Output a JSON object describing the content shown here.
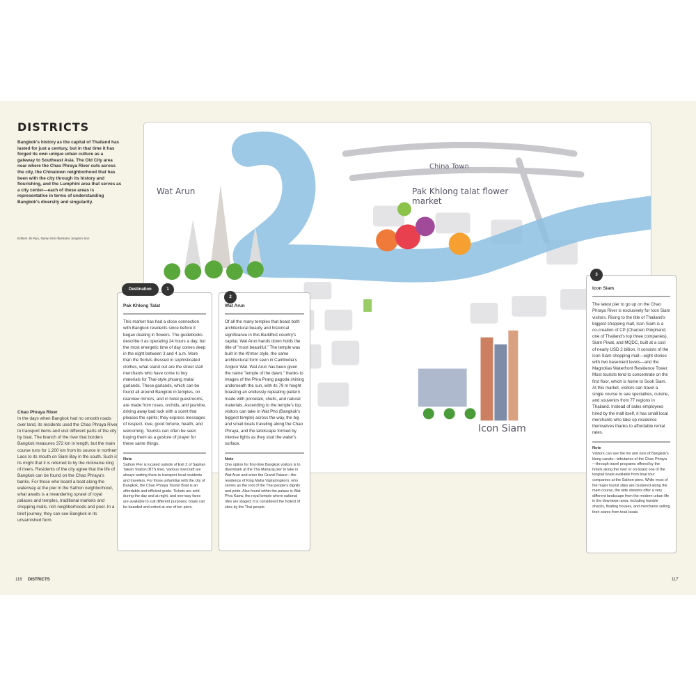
{
  "page": {
    "title": "DISTRICTS",
    "intro": "Bangkok's history as the capital of Thailand has lasted for just a century, but in that time it has forged its own unique urban culture as a gateway to Southeast Asia. The Old City area near where the Chao Phraya River cuts across the city, the Chinatown neighborhood that has been with the city through its history and flourishing, and the Lumphini area that serves as a city center—each of these areas is representative in terms of understanding Bangkok's diversity and singularity.",
    "credits": "Editors Jin Ryu, Naran Kim    Illustrator Jungmin Son"
  },
  "river": {
    "heading": "Chao Phraya River",
    "body": "In the days when Bangkok had no smooth roads over land, its residents used the Chao Phraya River to transport items and visit different parts of the city by boat. The branch of the river that borders Bangkok measures 372 km in length, but the main course runs for 1,200 km from its source in northern Laos to its mouth on Siam Bay in the south. Such is its might that it is referred to by the nickname king of rivers. Residents of the city agree that the life of Bangkok can be found on the Chao Phraya's banks. For those who board a boat along the waterway at the pier in the Sathon neighborhood, what awaits is a meandering sprawl of royal palaces and temples, traditional markets and shopping malls, rich neighborhoods and poor. In a brief journey, they can see Bangkok in its unvarnished form."
  },
  "map": {
    "labels": {
      "wat_arun": "Wat Arun",
      "china_town": "China Town",
      "pak_khlong": "Pak Khlong talat flower market",
      "icon_siam": "Icon Siam"
    }
  },
  "destination_label": "Destination",
  "cards": [
    {
      "number": "1",
      "title": "Pak Khlong Talat",
      "body": "This market has had a close connection with Bangkok residents since before it began dealing in flowers. The guidebooks describe it as operating 24 hours a day, but the most energetic time of day comes deep in the night between 3 and 4 a.m. More than the florists dressed in sophisticated clothes, what stand out are the street stall merchants who have come to buy materials for Thai-style phuang malai garlands. These garlands, which can be found all around Bangkok in temples, on rearview mirrors, and in hotel guestrooms, are made from roses, orchids, and jasmine, driving away bad luck with a scent that pleases the spirits; they express messages of respect, love, good fortune, health, and welcoming. Tourists can often be seen buying them as a gesture of prayer for these same things.",
      "note_label": "Note",
      "note": "Sathon Pier is located outside of Exit 2 of Saphan Taksin Station (BTS line). Various rivercraft are always waiting there to transport local residents and travelers. For those unfamiliar with the city of Bangkok, the Chao Phraya Tourist Boat is an affordable and efficient guide. Tickets are sold during the day and at night, and one-way fares are available to suit different purposes; boats can be boarded and exited at one of ten piers."
    },
    {
      "number": "2",
      "title": "Wat Arun",
      "body": "Of all the many temples that boast both architectural beauty and historical significance in this Buddhist country's capital, Wat Arun hands down holds the title of \"most beautiful.\" The temple was built in the Khmer style, the same architectural form seen in Cambodia's Angkor Wat. Wat Arun has been given the name \"temple of the dawn,\" thanks to images of the Phra Prang pagoda shining underneath the sun, with its 79 m height boasting an endlessly repeating pattern made with porcelain, shells, and natural materials. Ascending to the temple's top, visitors can take in Wat Pho (Bangkok's biggest temple) across the way, the big and small boats traveling along the Chao Phraya, and the landscape formed by intense lights as they stud the water's surface.",
      "note_label": "Note",
      "note": "One option for first-time Bangkok visitors is to disembark at the Tha Maharaj pier to take in Wat Arun and enter the Grand Palace—the residence of King Maha Vajiralongkorn, who serves as the root of the Thai people's dignity and pride. Also found within the palace is Wat Phra Kaew, the royal temple where national rites are staged; it is considered the holiest of sites by the Thai people."
    },
    {
      "number": "3",
      "title": "Icon Siam",
      "body": "The latest pier to go up on the Chao Phraya River is exclusively for Icon Siam visitors. Rising to the title of Thailand's biggest shopping mall, Icon Siam is a co-creation of CP (Charoen Pokphand, one of Thailand's top three companies), Siam Piwat, and MQDC, built at a cost of nearly USD 2 billion. It consists of the Icon Siam shopping mall—eight stories with two basement levels—and the Magnolias Waterfront Residence Tower. Most tourists tend to concentrate on the first floor, which is home to Sook Siam. At this market, visitors can travel a single course to see specialties, cuisine, and souvenirs from 77 regions in Thailand. Instead of sales employees hired by the mall itself, it has small local merchants who take up residence themselves thanks to affordable rental rates.",
      "note_label": "Note",
      "note": "Visitors can see the ins and outs of Bangkok's klong canals—tributaries of the Chao Phraya—through travel programs offered by the hotels along the river or on board one of the longtail boats available from boat tour companies at the Sathon piers. While most of the major tourist sites are clustered along the main course, the side streams offer a very different landscape from the modern urban life in the downtown area, including humble shacks, floating houses, and merchants selling their wares from teak boats."
    }
  ],
  "footer": {
    "left_page": "116",
    "left_title": "DISTRICTS",
    "right_page": "117"
  }
}
